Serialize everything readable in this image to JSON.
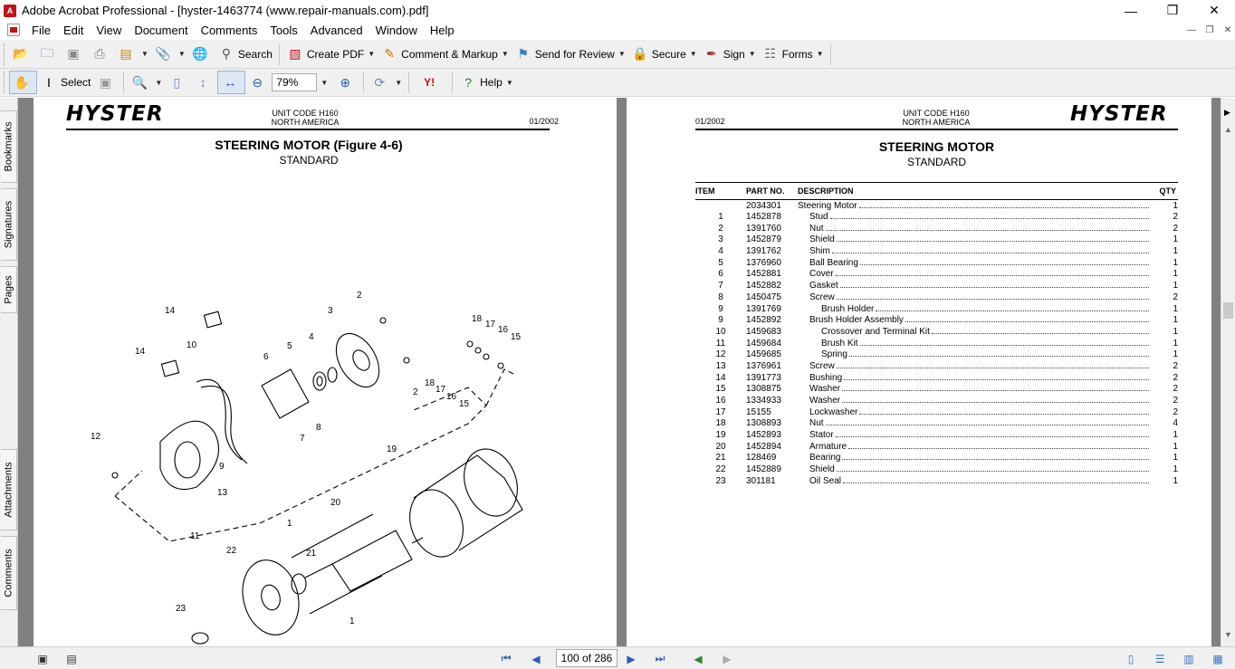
{
  "window": {
    "title": "Adobe Acrobat Professional - [hyster-1463774 (www.repair-manuals.com).pdf]",
    "minimize": "—",
    "restore": "❐",
    "close": "✕"
  },
  "menu": [
    "File",
    "Edit",
    "View",
    "Document",
    "Comments",
    "Tools",
    "Advanced",
    "Window",
    "Help"
  ],
  "toolbar1": {
    "search_label": "Search",
    "create_pdf_label": "Create PDF",
    "comment_label": "Comment & Markup",
    "review_label": "Send for Review",
    "secure_label": "Secure",
    "sign_label": "Sign",
    "forms_label": "Forms"
  },
  "toolbar2": {
    "select_label": "Select",
    "zoom_value": "79%",
    "help_label": "Help"
  },
  "side_tabs": [
    "Bookmarks",
    "Signatures",
    "Pages",
    "Attachments",
    "Comments"
  ],
  "status": {
    "page_indicator": "100 of 286"
  },
  "left_page": {
    "brand": "HYSTER",
    "unit_code": "UNIT CODE H160",
    "region": "NORTH AMERICA",
    "date": "01/2002",
    "title": "STEERING MOTOR (Figure 4-6)",
    "subtitle": "STANDARD",
    "callouts": [
      "14",
      "10",
      "14",
      "6",
      "5",
      "4",
      "3",
      "2",
      "18",
      "17",
      "16",
      "15",
      "2",
      "18",
      "17",
      "16",
      "15",
      "8",
      "7",
      "12",
      "9",
      "13",
      "11",
      "19",
      "20",
      "22",
      "21",
      "1",
      "1",
      "23"
    ]
  },
  "right_page": {
    "brand": "HYSTER",
    "unit_code": "UNIT CODE H160",
    "region": "NORTH AMERICA",
    "date": "01/2002",
    "title": "STEERING MOTOR",
    "subtitle": "STANDARD",
    "headers": {
      "item": "ITEM",
      "part": "PART NO.",
      "desc": "DESCRIPTION",
      "qty": "QTY"
    },
    "rows": [
      {
        "item": "",
        "part": "2034301",
        "desc": "Steering Motor",
        "indent": 0,
        "qty": "1"
      },
      {
        "item": "1",
        "part": "1452878",
        "desc": "Stud",
        "indent": 1,
        "qty": "2"
      },
      {
        "item": "2",
        "part": "1391760",
        "desc": "Nut",
        "indent": 1,
        "qty": "2"
      },
      {
        "item": "3",
        "part": "1452879",
        "desc": "Shield",
        "indent": 1,
        "qty": "1"
      },
      {
        "item": "4",
        "part": "1391762",
        "desc": "Shim",
        "indent": 1,
        "qty": "1"
      },
      {
        "item": "5",
        "part": "1376960",
        "desc": "Ball Bearing",
        "indent": 1,
        "qty": "1"
      },
      {
        "item": "6",
        "part": "1452881",
        "desc": "Cover",
        "indent": 1,
        "qty": "1"
      },
      {
        "item": "7",
        "part": "1452882",
        "desc": "Gasket",
        "indent": 1,
        "qty": "1"
      },
      {
        "item": "8",
        "part": "1450475",
        "desc": "Screw",
        "indent": 1,
        "qty": "2"
      },
      {
        "item": "9",
        "part": "1391769",
        "desc": "Brush Holder",
        "indent": 2,
        "qty": "1"
      },
      {
        "item": "9",
        "part": "1452892",
        "desc": "Brush Holder Assembly",
        "indent": 1,
        "qty": "1"
      },
      {
        "item": "10",
        "part": "1459683",
        "desc": "Crossover and Terminal Kit",
        "indent": 2,
        "qty": "1"
      },
      {
        "item": "11",
        "part": "1459684",
        "desc": "Brush Kit",
        "indent": 2,
        "qty": "1"
      },
      {
        "item": "12",
        "part": "1459685",
        "desc": "Spring",
        "indent": 2,
        "qty": "1"
      },
      {
        "item": "13",
        "part": "1376961",
        "desc": "Screw",
        "indent": 1,
        "qty": "2"
      },
      {
        "item": "14",
        "part": "1391773",
        "desc": "Bushing",
        "indent": 1,
        "qty": "2"
      },
      {
        "item": "15",
        "part": "1308875",
        "desc": "Washer",
        "indent": 1,
        "qty": "2"
      },
      {
        "item": "16",
        "part": "1334933",
        "desc": "Washer",
        "indent": 1,
        "qty": "2"
      },
      {
        "item": "17",
        "part": "15155",
        "desc": "Lockwasher",
        "indent": 1,
        "qty": "2"
      },
      {
        "item": "18",
        "part": "1308893",
        "desc": "Nut",
        "indent": 1,
        "qty": "4"
      },
      {
        "item": "19",
        "part": "1452893",
        "desc": "Stator",
        "indent": 1,
        "qty": "1"
      },
      {
        "item": "20",
        "part": "1452894",
        "desc": "Armature",
        "indent": 1,
        "qty": "1"
      },
      {
        "item": "21",
        "part": "128469",
        "desc": "Bearing",
        "indent": 1,
        "qty": "1"
      },
      {
        "item": "22",
        "part": "1452889",
        "desc": "Shield",
        "indent": 1,
        "qty": "1"
      },
      {
        "item": "23",
        "part": "301181",
        "desc": "Oil Seal",
        "indent": 1,
        "qty": "1"
      }
    ]
  }
}
